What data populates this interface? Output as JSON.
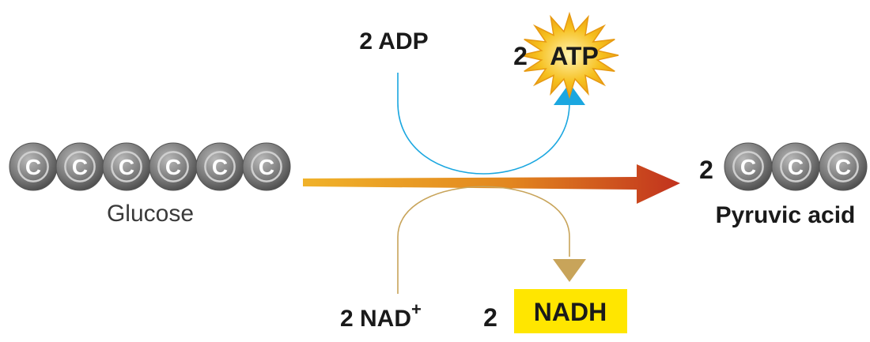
{
  "glucose": {
    "atoms": [
      "C",
      "C",
      "C",
      "C",
      "C",
      "C"
    ],
    "label": "Glucose"
  },
  "pyruvic_acid": {
    "coefficient": "2",
    "atoms": [
      "C",
      "C",
      "C"
    ],
    "label": "Pyruvic acid"
  },
  "atp_cycle": {
    "input_label": "2 ADP",
    "output_coefficient": "2",
    "output_label": "ATP"
  },
  "nad_cycle": {
    "input_label": "2 NAD",
    "input_superscript": "+",
    "output_coefficient": "2",
    "output_label": "NADH"
  },
  "colors": {
    "main_arrow_start": "#f0b22a",
    "main_arrow_end": "#c1321e",
    "atp_arc": "#1ba7e0",
    "atp_star": "#f6c01e",
    "nad_arc": "#c8a45a",
    "nadh_box": "#ffe600",
    "atom_fill": "#7a7a7a",
    "atom_ring": "#cfcfcf"
  }
}
